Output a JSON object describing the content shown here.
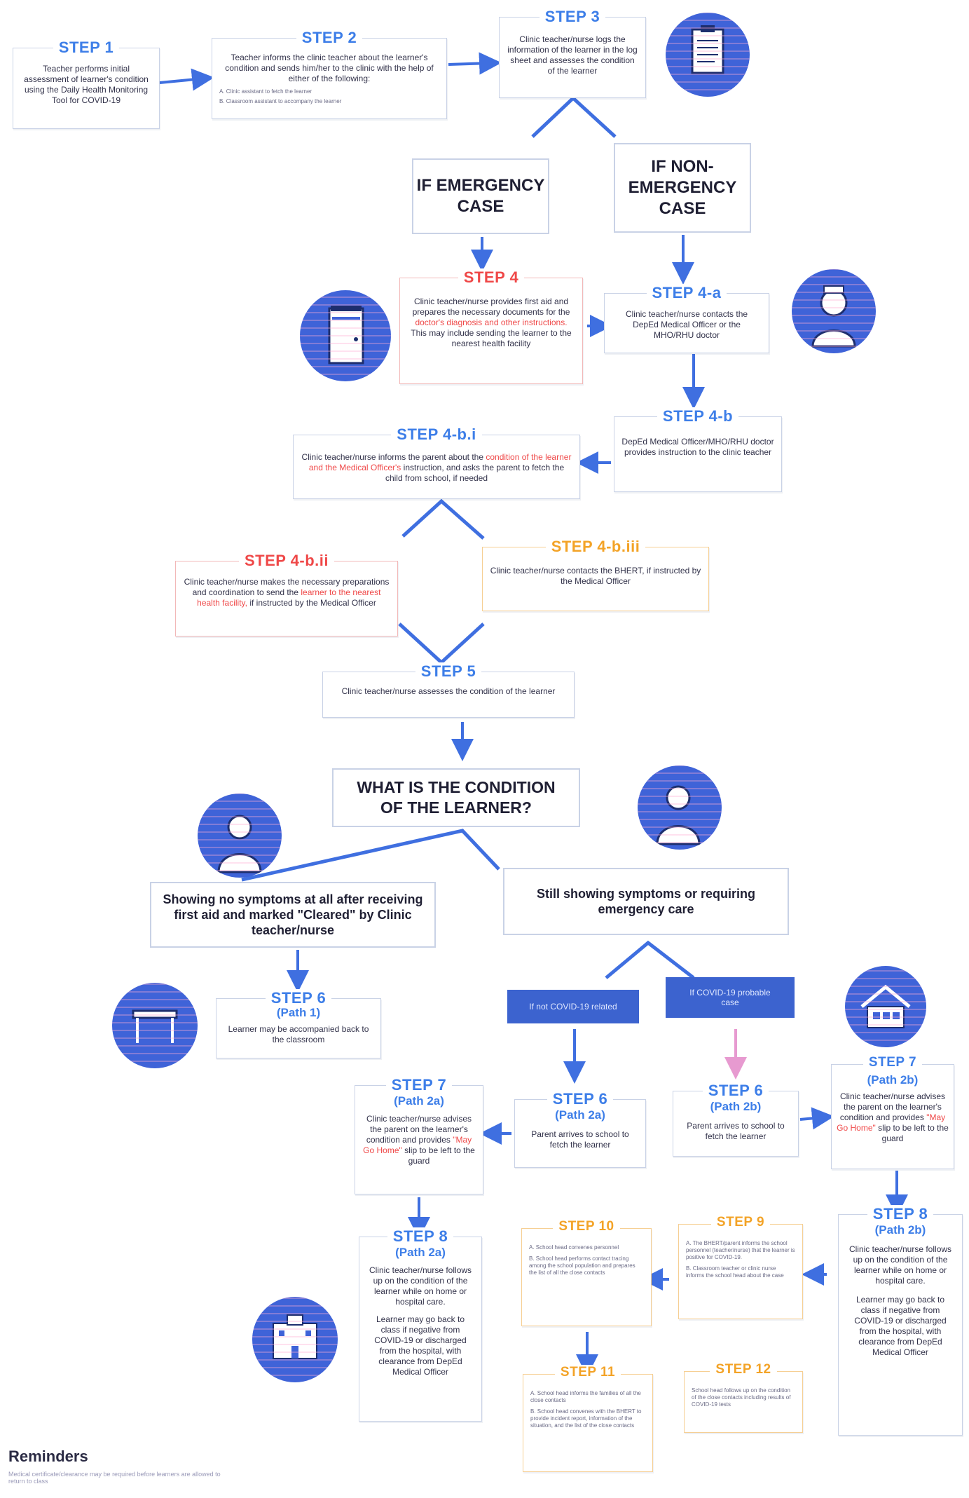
{
  "s1": {
    "title": "STEP 1",
    "text": "Teacher performs initial assessment of learner's condition using the Daily Health Monitoring Tool for COVID-19"
  },
  "s2": {
    "title": "STEP 2",
    "text": "Teacher informs the clinic teacher about the learner's condition and sends him/her to the clinic with the help of either of the following:",
    "a": "A. Clinic assistant to fetch the learner",
    "b": "B. Classroom assistant to accompany the learner"
  },
  "s3": {
    "title": "STEP 3",
    "text": "Clinic teacher/nurse logs the information of the learner in the log sheet and assesses the condition of the learner"
  },
  "emergency": "IF EMERGENCY CASE",
  "nonemergency": "IF NON-EMERGENCY CASE",
  "s4": {
    "title": "STEP 4",
    "text1": "Clinic teacher/nurse provides first aid and prepares the necessary documents for the",
    "hl": "doctor's diagnosis and other instructions.",
    "text2": "This may include sending the learner to the nearest health facility"
  },
  "s4a": {
    "title": "STEP 4-a",
    "text": "Clinic teacher/nurse contacts the DepEd Medical Officer or the MHO/RHU doctor"
  },
  "s4b": {
    "title": "STEP 4-b",
    "text": "DepEd Medical Officer/MHO/RHU doctor provides instruction to the clinic teacher"
  },
  "s4bi": {
    "title": "STEP 4-b.i",
    "text1": "Clinic teacher/nurse informs the parent about the",
    "hl": "condition of the learner and the Medical Officer's",
    "text2": "instruction, and asks the parent to fetch the child from school, if needed"
  },
  "s4bii": {
    "title": "STEP 4-b.ii",
    "text1": "Clinic teacher/nurse makes the necessary preparations and coordination to send the",
    "hl": "learner to the nearest health facility,",
    "text2": "if instructed by the Medical Officer"
  },
  "s4biii": {
    "title": "STEP 4-b.iii",
    "text": "Clinic teacher/nurse contacts the BHERT, if instructed by the Medical Officer"
  },
  "s5": {
    "title": "STEP 5",
    "text": "Clinic teacher/nurse assesses the condition of the learner"
  },
  "question": "WHAT IS THE CONDITION OF THE LEARNER?",
  "cleared": "Showing no symptoms at all after receiving first aid and marked \"Cleared\" by Clinic teacher/nurse",
  "symptoms": "Still showing symptoms or requiring emergency care",
  "s6p1": {
    "title": "STEP 6",
    "sub": "(Path 1)",
    "text": "Learner may be accompanied back to the classroom"
  },
  "bar_notcovid": "If not COVID-19 related",
  "bar_covid": "If COVID-19 probable case",
  "s6p2a": {
    "title": "STEP 6",
    "sub": "(Path 2a)",
    "text": "Parent arrives to school to fetch the learner"
  },
  "s6p2b": {
    "title": "STEP 6",
    "sub": "(Path 2b)",
    "text": "Parent arrives to school to fetch the learner"
  },
  "s7p2a": {
    "title": "STEP 7",
    "sub": "(Path 2a)",
    "text1": "Clinic teacher/nurse advises the parent on the learner's condition and provides",
    "hl": "\"May Go Home\"",
    "text2": "slip to be left to the guard"
  },
  "s7p2b": {
    "title": "STEP 7",
    "sub": "(Path 2b)",
    "text1": "Clinic teacher/nurse advises the parent on the learner's condition and provides",
    "hl": "\"May Go Home\"",
    "text2": "slip to be left to the guard"
  },
  "s8p2a": {
    "title": "STEP 8",
    "sub": "(Path 2a)",
    "text": "Clinic teacher/nurse follows up on the condition of the learner while on home or hospital care.",
    "text2": "Learner may go back to class if negative from COVID-19 or discharged from the hospital, with clearance from DepEd Medical Officer"
  },
  "s8p2b": {
    "title": "STEP 8",
    "sub": "(Path 2b)",
    "text": "Clinic teacher/nurse follows up on the condition of the learner while on home or hospital care.",
    "text2": "Learner may go back to class if negative from COVID-19 or discharged from the hospital, with clearance from DepEd Medical Officer"
  },
  "s9": {
    "title": "STEP 9",
    "a": "A. The BHERT/parent informs the school personnel (teacher/nurse) that the learner is positive for COVID-19.",
    "b": "B. Classroom teacher or clinic nurse informs the school head about the case"
  },
  "s10": {
    "title": "STEP 10",
    "a": "A. School head convenes personnel",
    "b": "B. School head performs contact tracing among the school population and prepares the list of all the close contacts"
  },
  "s11": {
    "title": "STEP 11",
    "a": "A. School head informs the families of all the close contacts",
    "b": "B. School head convenes with the BHERT to provide incident report, information of the situation, and the list of the close contacts"
  },
  "s12": {
    "title": "STEP 12",
    "text": "School head follows up on the condition of the close contacts including results of COVID-19 tests"
  },
  "reminders": {
    "title": "Reminders",
    "text": "Medical certificate/clearance may be required before learners are allowed to return to class"
  },
  "colors": {
    "blue": "#3d7ee8",
    "red": "#ef4848",
    "orange": "#f3a327",
    "icon": "#3f63d8"
  },
  "icons": [
    "clipboard-icon",
    "door-icon",
    "nurse-icon",
    "teacher-icon",
    "learner-icon",
    "classroom-desk-icon",
    "house-icon",
    "hospital-icon"
  ]
}
